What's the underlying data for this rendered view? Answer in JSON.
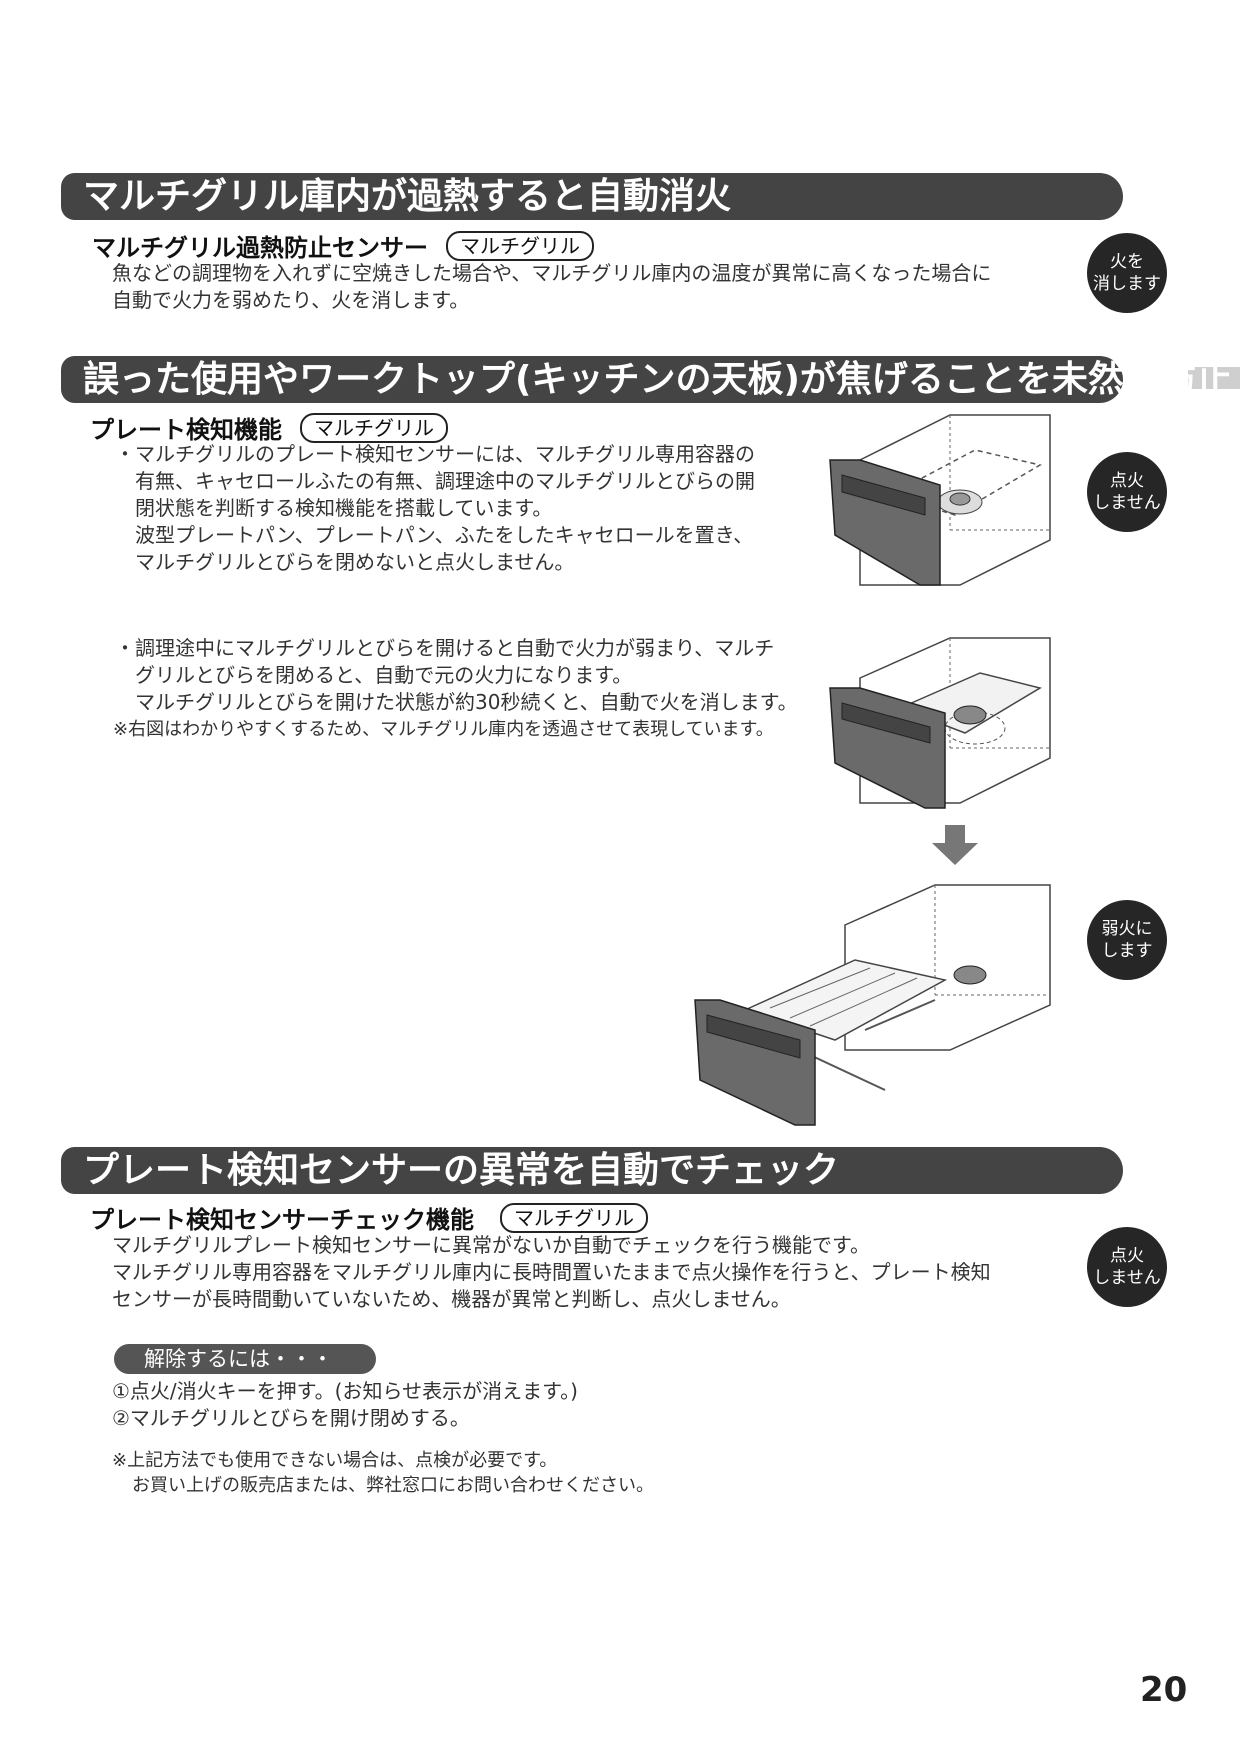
{
  "sections": [
    {
      "title": "マルチグリル庫内が過熱すると自動消火",
      "subhead": "マルチグリル過熱防止センサー",
      "tag": "マルチグリル",
      "lines": [
        "魚などの調理物を入れずに空焼きした場合や、マルチグリル庫内の温度が異常に高くなった場合に",
        "自動で火力を弱めたり、火を消します。"
      ],
      "badge": [
        "火を",
        "消します"
      ]
    },
    {
      "title": "誤った使用やワークトップ(キッチンの天板)が焦げることを未然に防止",
      "subhead": "プレート検知機能",
      "tag": "マルチグリル",
      "block1": [
        "・マルチグリルのプレート検知センサーには、マルチグリル専用容器の",
        "有無、キャセロールふたの有無、調理途中のマルチグリルとびらの開",
        "閉状態を判断する検知機能を搭載しています。",
        "波型プレートパン、プレートパン、ふたをしたキャセロールを置き、",
        "マルチグリルとびらを閉めないと点火しません。"
      ],
      "block2": [
        "・調理途中にマルチグリルとびらを開けると自動で火力が弱まり、マルチ",
        "グリルとびらを閉めると、自動で元の火力になります。",
        "マルチグリルとびらを開けた状態が約30秒続くと、自動で火を消します。"
      ],
      "note": "※右図はわかりやすくするため、マルチグリル庫内を透過させて表現しています。",
      "badge1": [
        "点火",
        "しません"
      ],
      "badge2": [
        "弱火に",
        "します"
      ]
    },
    {
      "title": "プレート検知センサーの異常を自動でチェック",
      "subhead": "プレート検知センサーチェック機能",
      "tag": "マルチグリル",
      "lines": [
        "マルチグリルプレート検知センサーに異常がないか自動でチェックを行う機能です。",
        "マルチグリル専用容器をマルチグリル庫内に長時間置いたままで点火操作を行うと、プレート検知",
        "センサーが長時間動いていないため、機器が異常と判断し、点火しません。"
      ],
      "badge": [
        "点火",
        "しません"
      ],
      "release_label": "解除するには・・・",
      "steps": [
        "①点火/消火キーを押す。(お知らせ表示が消えます。)",
        "②マルチグリルとびらを開け閉めする。"
      ],
      "notes": [
        "※上記方法でも使用できない場合は、点検が必要です。",
        "お買い上げの販売店または、弊社窓口にお問い合わせください。"
      ]
    }
  ],
  "page_number": "20"
}
